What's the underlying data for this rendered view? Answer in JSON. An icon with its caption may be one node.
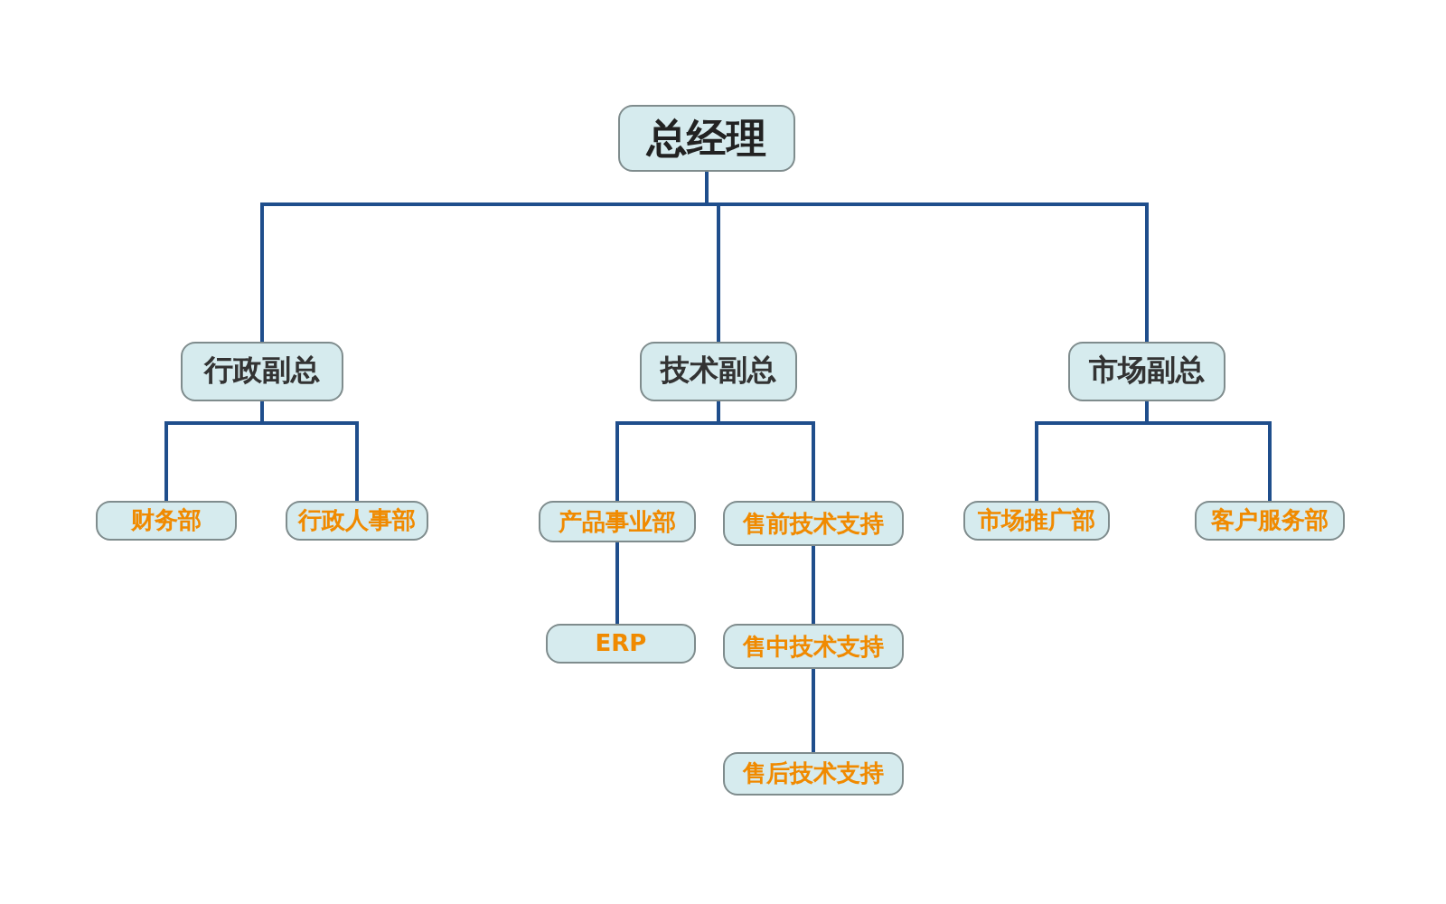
{
  "diagram": {
    "nodes": [
      {
        "text": [
          "总经理"
        ]
      },
      {
        "text": [
          "行政副总"
        ]
      },
      {
        "text": [
          "技术副总"
        ]
      },
      {
        "text": [
          "市场副总"
        ]
      },
      {
        "text": [
          "财务部"
        ]
      },
      {
        "text": [
          "行政人事部"
        ]
      },
      {
        "text": [
          "产品事业部"
        ]
      },
      {
        "text": [
          "售前技术支持"
        ]
      },
      {
        "text": [
          "ERP"
        ]
      },
      {
        "text": [
          "售中技术支持"
        ]
      },
      {
        "text": [
          "售后技术支持"
        ]
      },
      {
        "text": [
          "市场推广部"
        ]
      },
      {
        "text": [
          "客户服务部"
        ]
      }
    ],
    "edges": [
      {
        "from": 0,
        "to": 1,
        "arrow": "none"
      },
      {
        "from": 0,
        "to": 2,
        "arrow": "none"
      },
      {
        "from": 0,
        "to": 3,
        "arrow": "none"
      },
      {
        "from": 1,
        "to": 4,
        "arrow": "none"
      },
      {
        "from": 1,
        "to": 5,
        "arrow": "none"
      },
      {
        "from": 2,
        "to": 6,
        "arrow": "none"
      },
      {
        "from": 2,
        "to": 7,
        "arrow": "none"
      },
      {
        "from": 3,
        "to": 11,
        "arrow": "none"
      },
      {
        "from": 3,
        "to": 12,
        "arrow": "none"
      },
      {
        "from": 6,
        "to": 8,
        "arrow": "none"
      },
      {
        "from": 7,
        "to": 9,
        "arrow": "none"
      },
      {
        "from": 9,
        "to": 10,
        "arrow": "none"
      }
    ]
  }
}
